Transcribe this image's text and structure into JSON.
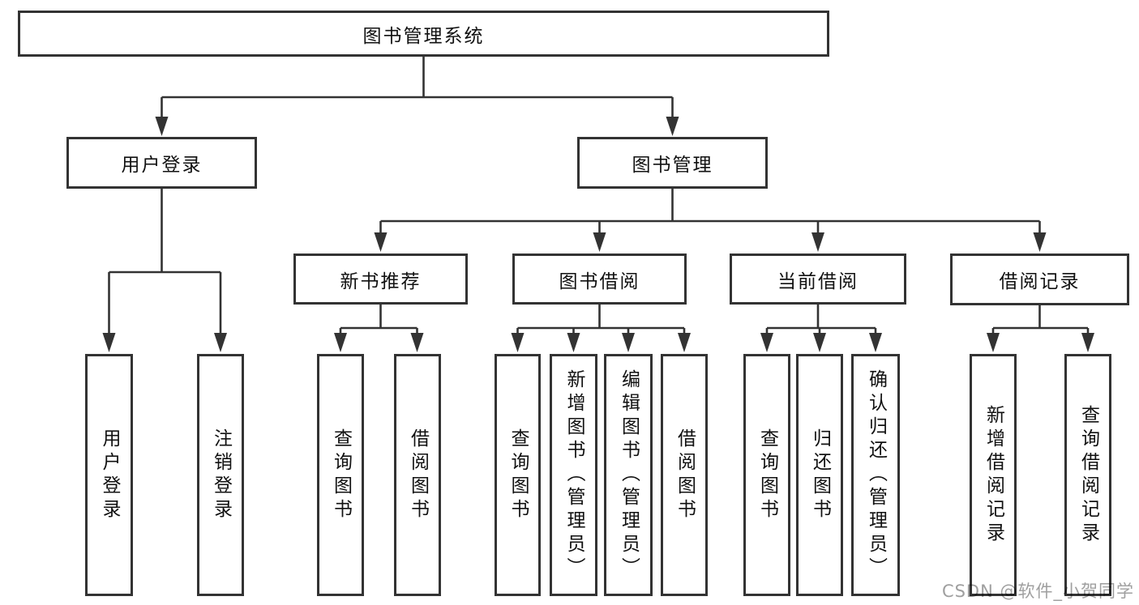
{
  "root": {
    "label": "图书管理系统"
  },
  "branches": {
    "user_login": {
      "label": "用户登录",
      "children": {
        "login": "用户登录",
        "logout": "注销登录"
      }
    },
    "book_management": {
      "label": "图书管理",
      "children": {
        "new_book_recommendation": {
          "label": "新书推荐",
          "children": {
            "query_books": "查询图书",
            "borrow_books": "借阅图书"
          }
        },
        "book_borrowing": {
          "label": "图书借阅",
          "children": {
            "query_books": "查询图书",
            "add_book_admin": "新增图书（管理员）",
            "edit_book_admin": "编辑图书（管理员）",
            "borrow_books": "借阅图书"
          }
        },
        "current_borrowing": {
          "label": "当前借阅",
          "children": {
            "query_books": "查询图书",
            "return_book": "归还图书",
            "confirm_return_admin": "确认归还（管理员）"
          }
        },
        "borrowing_records": {
          "label": "借阅记录",
          "children": {
            "add_record": "新增借阅记录",
            "query_record": "查询借阅记录"
          }
        }
      }
    }
  },
  "watermark": {
    "text": "CSDN @软件_小贺同学",
    "color": "#9f9f9f"
  },
  "colors": {
    "line": "#333333",
    "box_border": "#333333",
    "text": "#111111",
    "background": "#ffffff"
  }
}
